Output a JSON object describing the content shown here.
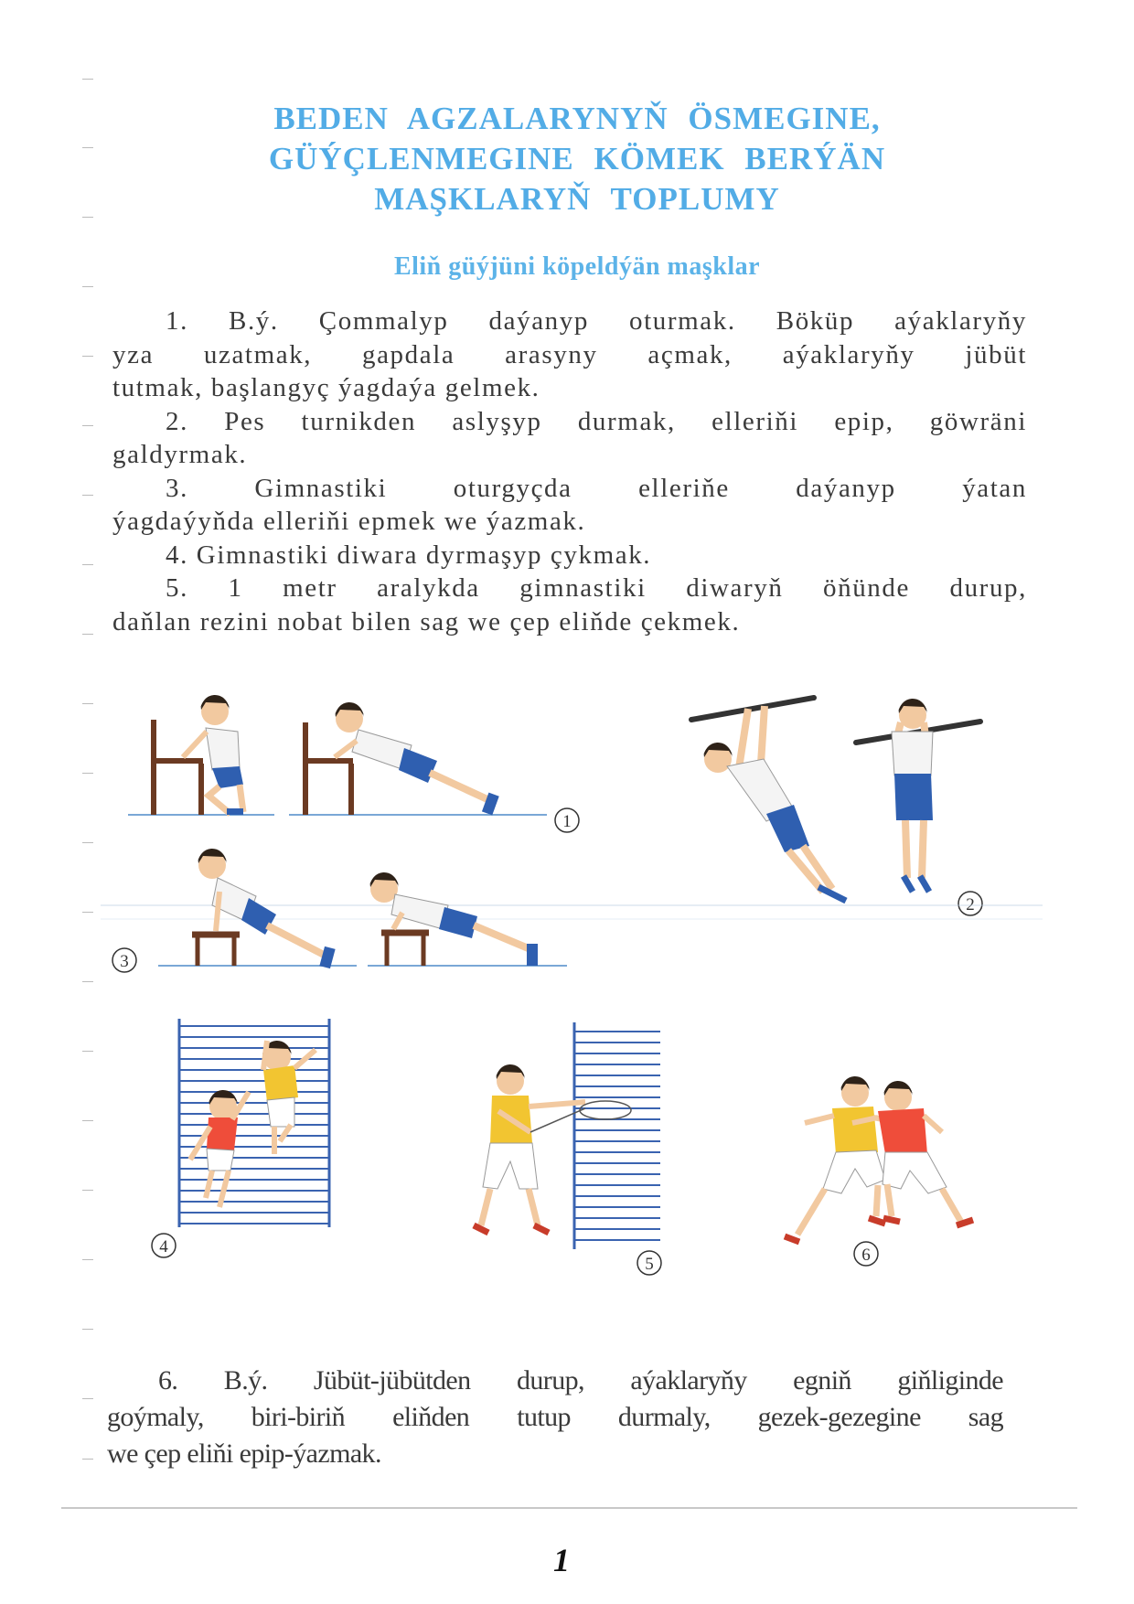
{
  "title": {
    "lines": [
      "BEDEN AGZALARYNYŇ ÖSMEGINE,",
      "GÜÝÇLENMEGINE KÖMEK BERÝÄN",
      "MAŞKLARYŇ TOPLUMY"
    ],
    "color": "#52ace6"
  },
  "subtitle": "Eliň güýjüni köpeldýän maşklar",
  "exercises": [
    {
      "lines": [
        "1. B.ý. Çommalyp daýanyp oturmak. Böküp aýaklaryňy",
        "yza uzatmak, gapdala arasyny açmak, aýaklaryňy jübüt",
        "tutmak, başlangyç ýagdaýa gelmek."
      ]
    },
    {
      "lines": [
        "2. Pes turnikden aslyşyp durmak, elleriňi epip, göwräni",
        "galdyrmak."
      ]
    },
    {
      "lines": [
        "3. Gimnastiki oturgyçda elleriňe daýanyp ýatan",
        "ýagdaýyňda elleriňi epmek we ýazmak."
      ]
    },
    {
      "lines": [
        "4. Gimnastiki diwara dyrmaşyp çykmak."
      ]
    },
    {
      "lines": [
        "5. 1 metr aralykda gimnastiki diwaryň öňünde durup,",
        "daňlan rezini nobat bilen sag we çep eliňde çekmek."
      ]
    },
    {
      "lines": [
        "6. B.ý. Jübüt-jübütden durup, aýaklaryňy egniň giňliginde",
        "goýmaly, biri-biriň eliňden tutup durmaly, gezek-gezegine sag",
        "we çep eliňi epip-ýazmak."
      ]
    }
  ],
  "figure_labels": [
    "1",
    "2",
    "3",
    "4",
    "5",
    "6"
  ],
  "page_number": "1",
  "colors": {
    "shirt_white": "#f4f4f4",
    "shorts_blue": "#2f5fb0",
    "shirt_yellow": "#f2c531",
    "shirt_red": "#ef4d3a",
    "wall_bars": "#3a63b0",
    "furniture": "#6b3a22"
  }
}
